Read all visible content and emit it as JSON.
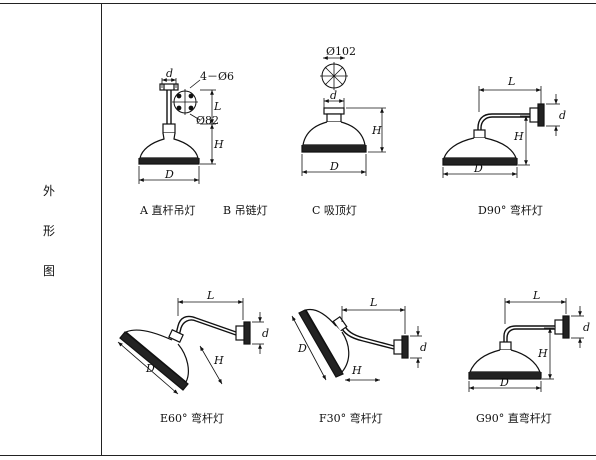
{
  "side_label": [
    "外",
    "形",
    "图"
  ],
  "figures": [
    {
      "id": "A",
      "caption": "A 直杆吊灯"
    },
    {
      "id": "B",
      "caption": "B 吊链灯"
    },
    {
      "id": "C",
      "caption": "C 吸顶灯"
    },
    {
      "id": "D",
      "caption": "D90° 弯杆灯"
    },
    {
      "id": "E",
      "caption": "E60° 弯杆灯"
    },
    {
      "id": "F",
      "caption": "F30° 弯杆灯"
    },
    {
      "id": "G",
      "caption": "G90° 直弯杆灯"
    }
  ],
  "dimensions": {
    "d": "d",
    "D": "D",
    "H": "H",
    "L": "L",
    "holes": "4－Ø6",
    "dia82": "Ø82",
    "dia102": "Ø102"
  }
}
